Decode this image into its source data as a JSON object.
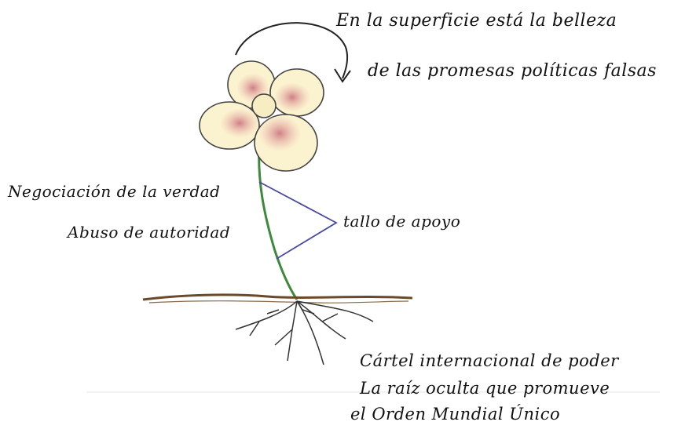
{
  "labels": {
    "top_line1": "En la superficie está la belleza",
    "top_line2": "de las promesas políticas falsas",
    "left_line1": "Negociación de la verdad",
    "left_line2": "Abuso de autoridad",
    "stem_label": "tallo de apoyo",
    "bottom_line1": "Cártel internacional de poder",
    "bottom_line2": "La raíz oculta que promueve",
    "bottom_line3": "el Orden Mundial Único"
  },
  "colors": {
    "petal_fill": "#fbf2cf",
    "petal_blush": "#c86a7a",
    "stem": "#3d8a3a",
    "triangle": "#4a4aa0",
    "soil": "#6b4a2b",
    "roots": "#333333"
  }
}
